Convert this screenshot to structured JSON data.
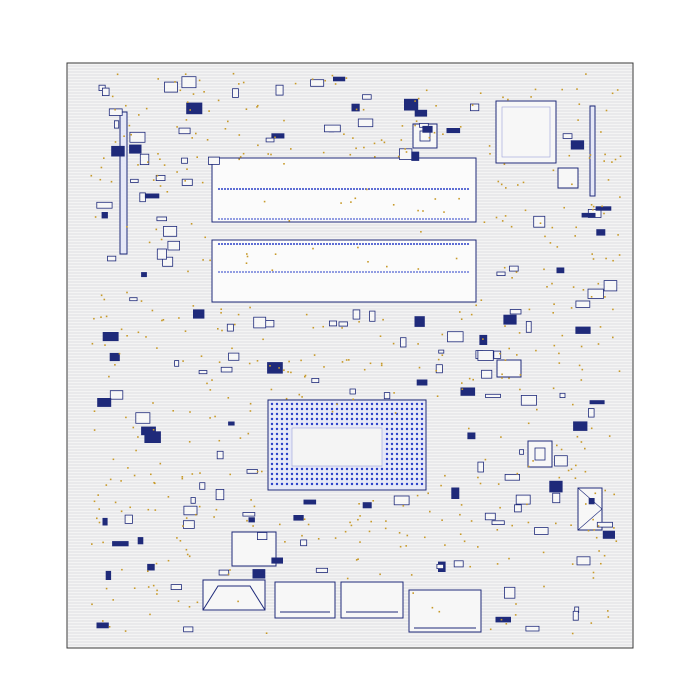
{
  "colors": {
    "board_fill": "#f4f4f4",
    "board_outline": "#3a3a3a",
    "trace": "#c8c8cf",
    "component": "#1f2a7a",
    "pad_gold": "#c79a2a",
    "ball_grid": "#2a3fc8"
  },
  "components": {
    "memory_slots": 2,
    "cpu_bga": 1,
    "io_connectors": 4
  }
}
